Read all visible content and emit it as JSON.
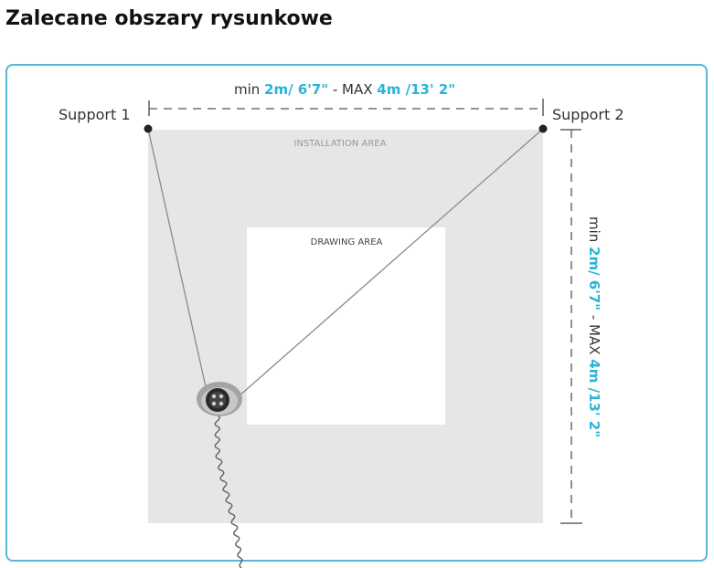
{
  "title": "Zalecane obszary rysunkowe",
  "diagram": {
    "support_left": "Support 1",
    "support_right": "Support 2",
    "installation_area": "INSTALLATION AREA",
    "drawing_area": "DRAWING AREA",
    "horizontal_dimension": {
      "prefix": "min ",
      "min_value": "2m/ 6'7\"",
      "separator": " - MAX ",
      "max_value": "4m /13' 2\""
    },
    "vertical_dimension": {
      "prefix": "min ",
      "min_value": "2m/ 6'7\"",
      "separator": " - MAX ",
      "max_value": "4m /13' 2\""
    },
    "colors": {
      "accent": "#2bb3d8",
      "frame_border": "#5bb5d6",
      "installation_fill": "#e6e6e6",
      "drawing_fill": "#ffffff"
    },
    "icons": {
      "robot": "drawing-robot-icon",
      "anchor_left": "anchor-point-icon",
      "anchor_right": "anchor-point-icon"
    }
  }
}
